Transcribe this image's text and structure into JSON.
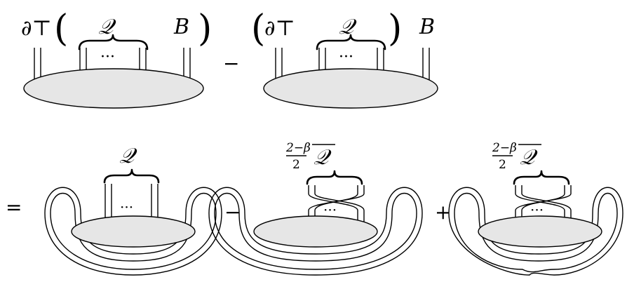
{
  "operators": {
    "partial_T": "∂⊤",
    "minus": "−",
    "plus": "+",
    "equals": "="
  },
  "symbols": {
    "Q": "𝒬",
    "B": "B",
    "dots": "···"
  },
  "coefficient": {
    "numerator": "2−β",
    "denominator": "2"
  },
  "terms": {
    "t1": {
      "label_Q": "𝒬",
      "label_B": "B"
    },
    "t2": {
      "label_Q": "𝒬",
      "label_B": "B"
    },
    "t3": {
      "label_Q": "𝒬"
    },
    "t4": {
      "label_Q": "𝒬"
    },
    "t5": {
      "label_Q": "𝒬"
    }
  }
}
